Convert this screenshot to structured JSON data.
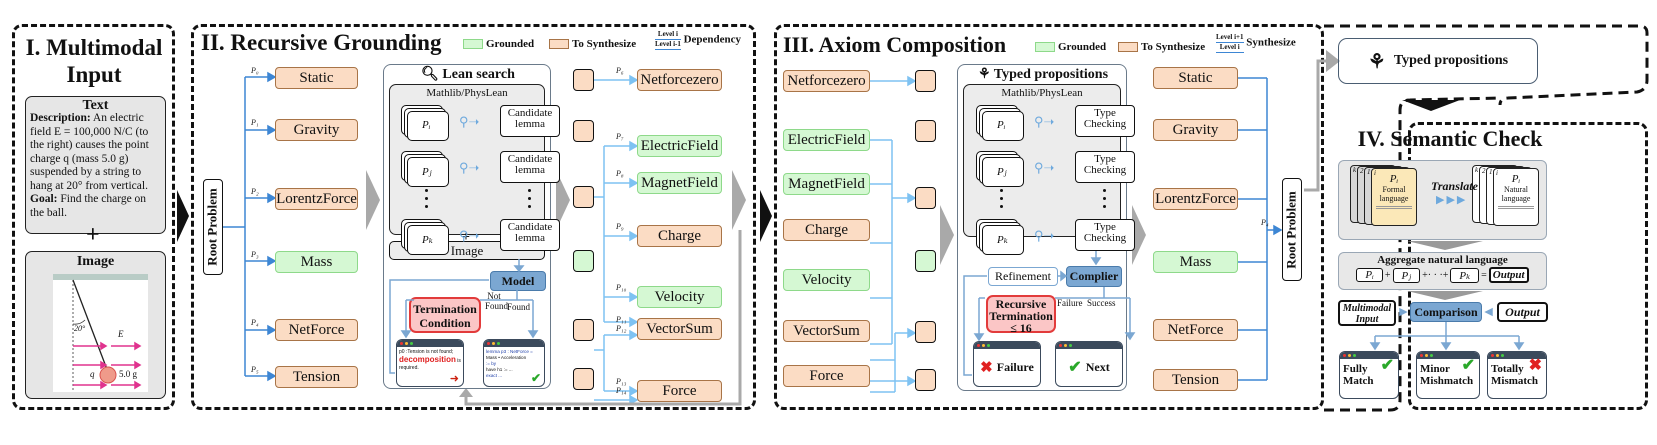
{
  "section1": {
    "title_line1": "I. Multimodal",
    "title_line2": "Input",
    "text_box": {
      "title": "Text",
      "description_label": "Description:",
      "description": " An electric field E = 100,000 N/C (to the right) causes the point charge q (mass 5.0 g) suspended by a string to hang at 20° from vertical.",
      "goal_label": "Goal:",
      "goal": " Find the charge on the ball."
    },
    "plus": "+",
    "image_box": {
      "title": "Image",
      "angle": "20°",
      "field": "E⃗",
      "charge": "q",
      "mass": "5.0 g"
    }
  },
  "section2": {
    "title": "II. Recursive Grounding",
    "legend": {
      "grounded": "Grounded",
      "synthesize": "To Synthesize",
      "level_top": "Level i",
      "level_bottom": "Level i-1",
      "dependency": "Dependency"
    },
    "root": "Root Problem",
    "left_nodes": [
      {
        "label": "Static",
        "p": "P₀",
        "type": "syn"
      },
      {
        "label": "Gravity",
        "p": "P₁",
        "type": "syn"
      },
      {
        "label": "LorentzForce",
        "p": "P₂",
        "type": "syn"
      },
      {
        "label": "Mass",
        "p": "P₃",
        "type": "gr"
      },
      {
        "label": "NetForce",
        "p": "P₄",
        "type": "syn"
      },
      {
        "label": "Tension",
        "p": "P₅",
        "type": "syn"
      }
    ],
    "lean_search": {
      "title": "Lean search",
      "library": "Mathlib/PhysLean",
      "cards": [
        "Pᵢ",
        "Pⱼ",
        "Pₖ"
      ],
      "lemma": "Candidate lemma",
      "plus": "+",
      "image": "Image",
      "model": "Model",
      "not_found": "Not Found",
      "found": "Found",
      "termination": "Termination Condition",
      "fail_code": "p0 :Tension is not found;",
      "fail_highlight": "decomposition",
      "fail_tail": " is required.",
      "success_code_1": "lemma p3 : NetForce =",
      "success_code_2": "Mass • Acceleration",
      "success_code_3": ":= by",
      "success_code_4": "have h1 := ...",
      "success_code_5": "exact ..."
    },
    "right_nodes": [
      {
        "label": "Netforcezero",
        "p": "P₆",
        "type": "syn"
      },
      {
        "label": "ElectricField",
        "p": "P₇",
        "type": "gr"
      },
      {
        "label": "MagnetField",
        "p": "P₈",
        "type": "gr"
      },
      {
        "label": "Charge",
        "p": "P₉",
        "type": "syn"
      },
      {
        "label": "Velocity",
        "p": "P₁₀",
        "type": "gr"
      },
      {
        "label": "VectorSum",
        "p": "P₁₁",
        "p2": "P₁₂",
        "type": "syn"
      },
      {
        "label": "Force",
        "p": "P₁₃",
        "p2": "P₁₄",
        "type": "syn"
      }
    ]
  },
  "section3": {
    "title": "III. Axiom Composition",
    "legend": {
      "grounded": "Grounded",
      "synthesize": "To Synthesize",
      "level_top": "Level i+1",
      "level_bottom": "Level i",
      "synthesize_label": "Synthesize"
    },
    "left_nodes": [
      {
        "label": "Netforcezero",
        "type": "syn"
      },
      {
        "label": "ElectricField",
        "type": "gr"
      },
      {
        "label": "MagnetField",
        "type": "gr"
      },
      {
        "label": "Charge",
        "type": "syn"
      },
      {
        "label": "Velocity",
        "type": "gr"
      },
      {
        "label": "VectorSum",
        "type": "syn"
      },
      {
        "label": "Force",
        "type": "syn"
      }
    ],
    "typed": {
      "title": "Typed propositions",
      "library": "Mathlib/PhysLean",
      "cards": [
        "Pᵢ",
        "Pⱼ",
        "Pₖ"
      ],
      "check": "Type Checking",
      "refinement": "Refinement",
      "compiler": "Complier",
      "recursive": "Recursive Termination ≤ 16",
      "failure_edge": "Failure",
      "success_edge": "Success",
      "failure": "Failure",
      "next": "Next"
    },
    "right_nodes": [
      {
        "label": "Static",
        "type": "syn"
      },
      {
        "label": "Gravity",
        "type": "syn"
      },
      {
        "label": "LorentzForce",
        "type": "syn"
      },
      {
        "label": "Mass",
        "type": "gr"
      },
      {
        "label": "NetForce",
        "type": "syn"
      },
      {
        "label": "Tension",
        "type": "syn"
      }
    ],
    "root": "Root Problem",
    "root_p": "P₄"
  },
  "typed_output": "Typed propositions",
  "section4": {
    "title": "IV. Semantic Check",
    "formal": "Formal language",
    "natural": "Natural language",
    "p": "Pᵢ",
    "translate": "Translate",
    "aggregate": "Aggregate natural language",
    "agg_terms": [
      "Pᵢ",
      "+",
      "Pⱼ",
      "+· · ·+",
      "Pₖ",
      "=",
      "Output"
    ],
    "multimodal": "Multimodal Input",
    "comparison": "Comparison",
    "output": "Output",
    "results": [
      {
        "line1": "Fully",
        "line2": "Match",
        "mark": "✔"
      },
      {
        "line1": "Minor",
        "line2": "Mishmatch",
        "mark": "✔"
      },
      {
        "line1": "Totally",
        "line2": "Mismatch",
        "mark": "✖"
      }
    ]
  },
  "colors": {
    "grounded": "#d5f8d3",
    "synthesize": "#fbdcc4",
    "blue_line": "#3d86d4",
    "light_blue": "#7ec2f2",
    "model": "#7ba7d2",
    "termination": "#fbc6c6",
    "check": "#2aa82a",
    "cross": "#e02020"
  }
}
